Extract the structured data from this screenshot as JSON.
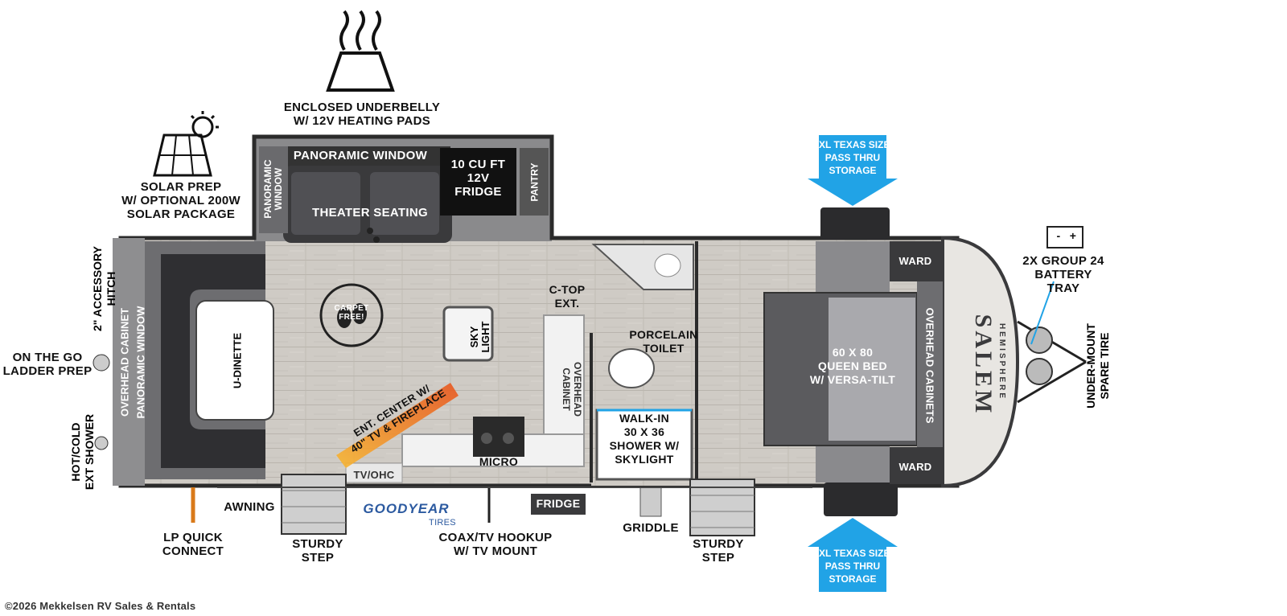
{
  "labels": {
    "underbelly": [
      "ENCLOSED UNDERBELLY",
      "W/ 12V HEATING PADS"
    ],
    "solar": [
      "SOLAR PREP",
      "W/ OPTIONAL 200W",
      "SOLAR PACKAGE"
    ],
    "panoramic_window_top": "PANORAMIC WINDOW",
    "panoramic_window_side": [
      "PANORAMIC",
      "WINDOW"
    ],
    "fridge_big": [
      "10 CU FT",
      "12V",
      "FRIDGE"
    ],
    "pantry": "PANTRY",
    "theater_seating": "THEATER SEATING",
    "accessory_hitch": [
      "2\" ACCESSORY",
      "HITCH"
    ],
    "ladder_prep": [
      "ON THE GO",
      "LADDER PREP"
    ],
    "ext_shower": [
      "HOT/COLD",
      "EXT SHOWER"
    ],
    "overhead_cabinet_left": "OVERHEAD CABINET",
    "panoramic_window_left": "PANORAMIC WINDOW",
    "u_dinette": "U-DINETTE",
    "carpet_free": [
      "CARPET",
      "FREE!"
    ],
    "sky_light": [
      "SKY",
      "LIGHT"
    ],
    "c_top": [
      "C-TOP",
      "EXT."
    ],
    "ent_center": [
      "ENT. CENTER W/",
      "40\" TV & FIREPLACE"
    ],
    "micro": "MICRO",
    "tv_ohc": "TV/OHC",
    "overhead_cabinet_mid": [
      "OVERHEAD",
      "CABINET"
    ],
    "porcelain_toilet": [
      "PORCELAIN",
      "TOILET"
    ],
    "shower": [
      "WALK-IN",
      "30 X 36",
      "SHOWER W/",
      "SKYLIGHT"
    ],
    "queen_bed": [
      "60 X 80",
      "QUEEN BED",
      "W/ VERSA-TILT"
    ],
    "overhead_cabinets_right": "OVERHEAD CABINETS",
    "ward_top": "WARD",
    "ward_bottom": "WARD",
    "xl_storage_top": [
      "XL TEXAS SIZE",
      "PASS THRU",
      "STORAGE"
    ],
    "xl_storage_bottom": [
      "XL TEXAS SIZE",
      "PASS THRU",
      "STORAGE"
    ],
    "battery": [
      "2X GROUP 24",
      "BATTERY",
      "TRAY"
    ],
    "spare_tire": [
      "UNDER-MOUNT",
      "SPARE TIRE"
    ],
    "awning": "AWNING",
    "lp_connect": [
      "LP QUICK",
      "CONNECT"
    ],
    "sturdy_step_left": [
      "STURDY",
      "STEP"
    ],
    "goodyear": "GOODYEAR",
    "tires": "TIRES",
    "coax": [
      "COAX/TV HOOKUP",
      "W/ TV MOUNT"
    ],
    "fridge_small": "FRIDGE",
    "griddle": "GRIDDLE",
    "sturdy_step_right": [
      "STURDY",
      "STEP"
    ],
    "salem_logo": "SALEM",
    "hemisphere_logo": "HEMISPHERE"
  },
  "battery_signs": [
    "-",
    "+"
  ],
  "copyright": "©2026 Mekkelsen RV Sales & Rentals",
  "colors": {
    "floor": "#cfcbc5",
    "wall": "#2b2b2b",
    "furniture_dark": "#3a3a3c",
    "storage_blue": "#21a3e6",
    "orange": "#f28c28",
    "goodyear_blue": "#2c5aa0"
  }
}
